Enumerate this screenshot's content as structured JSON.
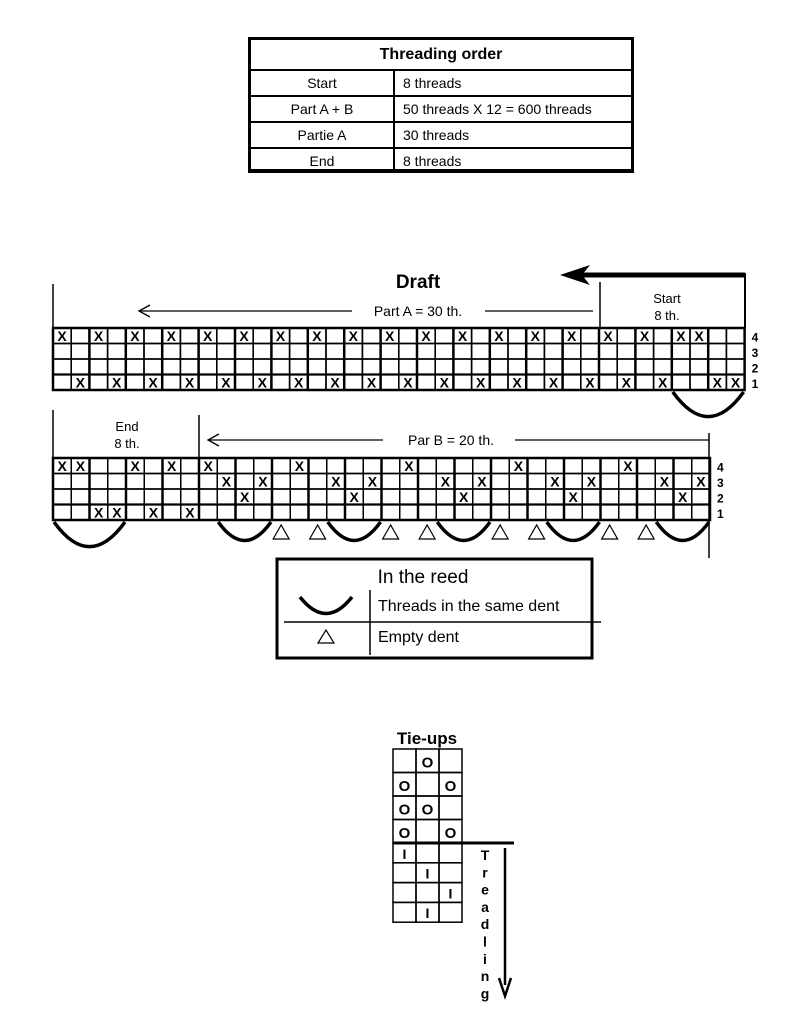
{
  "threading_order": {
    "title": "Threading order",
    "rows": [
      {
        "section": "Start",
        "value": "8 threads"
      },
      {
        "section": "Part A + B",
        "value": "50 threads X 12 = 600 threads"
      },
      {
        "section": "Partie A",
        "value": "30 threads"
      },
      {
        "section": "End",
        "value": "8 threads"
      }
    ]
  },
  "draft": {
    "title": "Draft",
    "direction": "right-to-left",
    "shaft_labels": [
      "4",
      "3",
      "2",
      "1"
    ],
    "mark": "X",
    "row1": {
      "part_a_label": "Part A = 30 th.",
      "start_label_line1": "Start",
      "start_label_line2": "8 th.",
      "columns_left_to_right": [
        4,
        1,
        4,
        1,
        4,
        1,
        4,
        1,
        4,
        1,
        4,
        1,
        4,
        1,
        4,
        1,
        4,
        1,
        4,
        1,
        4,
        1,
        4,
        1,
        4,
        1,
        4,
        1,
        4,
        1,
        4,
        1,
        4,
        1,
        4,
        4,
        1,
        1
      ],
      "section_split_after_column": 30,
      "same_dent_groups": [
        [
          34,
          37
        ]
      ]
    },
    "row2": {
      "end_label_line1": "End",
      "end_label_line2": "8 th.",
      "part_b_label": "Par B = 20 th.",
      "columns_left_to_right": [
        4,
        4,
        1,
        1,
        4,
        1,
        4,
        1,
        4,
        3,
        2,
        3,
        0,
        4,
        0,
        3,
        2,
        3,
        0,
        4,
        0,
        3,
        2,
        3,
        0,
        4,
        0,
        3,
        2,
        3,
        0,
        4,
        0,
        3,
        2,
        3
      ],
      "section_split_after_column": 8,
      "same_dent_groups": [
        [
          0,
          3
        ],
        [
          9,
          11
        ],
        [
          15,
          17
        ],
        [
          21,
          23
        ],
        [
          27,
          29
        ],
        [
          33,
          35
        ]
      ],
      "empty_dent_columns": [
        12,
        14,
        18,
        20,
        24,
        26,
        30,
        32
      ]
    }
  },
  "legend": {
    "title": "In the reed",
    "items": [
      {
        "symbol": "arc",
        "label": "Threads in the same dent"
      },
      {
        "symbol": "triangle",
        "label": "Empty dent"
      }
    ]
  },
  "tieups": {
    "title": "Tie-ups",
    "mark": "O",
    "grid_top_to_bottom": [
      [
        0,
        1,
        0
      ],
      [
        1,
        0,
        1
      ],
      [
        1,
        1,
        0
      ],
      [
        1,
        0,
        1
      ]
    ]
  },
  "treadling": {
    "label": "Treadling",
    "mark": "I",
    "sequence_treadles": [
      1,
      2,
      3,
      2
    ]
  }
}
